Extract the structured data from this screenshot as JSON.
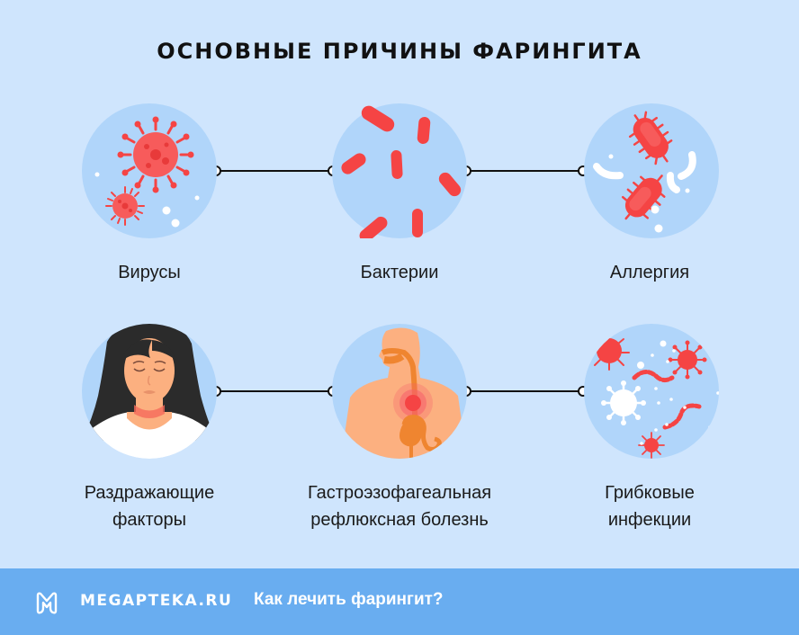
{
  "title": "ОСНОВНЫЕ ПРИЧИНЫ ФАРИНГИТА",
  "causes": [
    {
      "label_line1": "Вирусы",
      "label_line2": "",
      "icon": "virus-icon"
    },
    {
      "label_line1": "Бактерии",
      "label_line2": "",
      "icon": "bacteria-icon"
    },
    {
      "label_line1": "Аллергия",
      "label_line2": "",
      "icon": "allergy-icon"
    },
    {
      "label_line1": "Раздражающие",
      "label_line2": "факторы",
      "icon": "irritant-woman-icon"
    },
    {
      "label_line1": "Гастроэзофагеальная",
      "label_line2": "рефлюксная болезнь",
      "icon": "gerd-body-icon"
    },
    {
      "label_line1": "Грибковые",
      "label_line2": "инфекции",
      "icon": "fungal-infection-icon"
    }
  ],
  "footer": {
    "brand": "MEGAPTEKA.RU",
    "link": "Как лечить фарингит?"
  },
  "colors": {
    "background": "#cfe5fd",
    "circle": "#b0d5fa",
    "accent_red": "#f54444",
    "footer": "#69adf0",
    "skin": "#fcb080",
    "organ": "#ef8530"
  }
}
